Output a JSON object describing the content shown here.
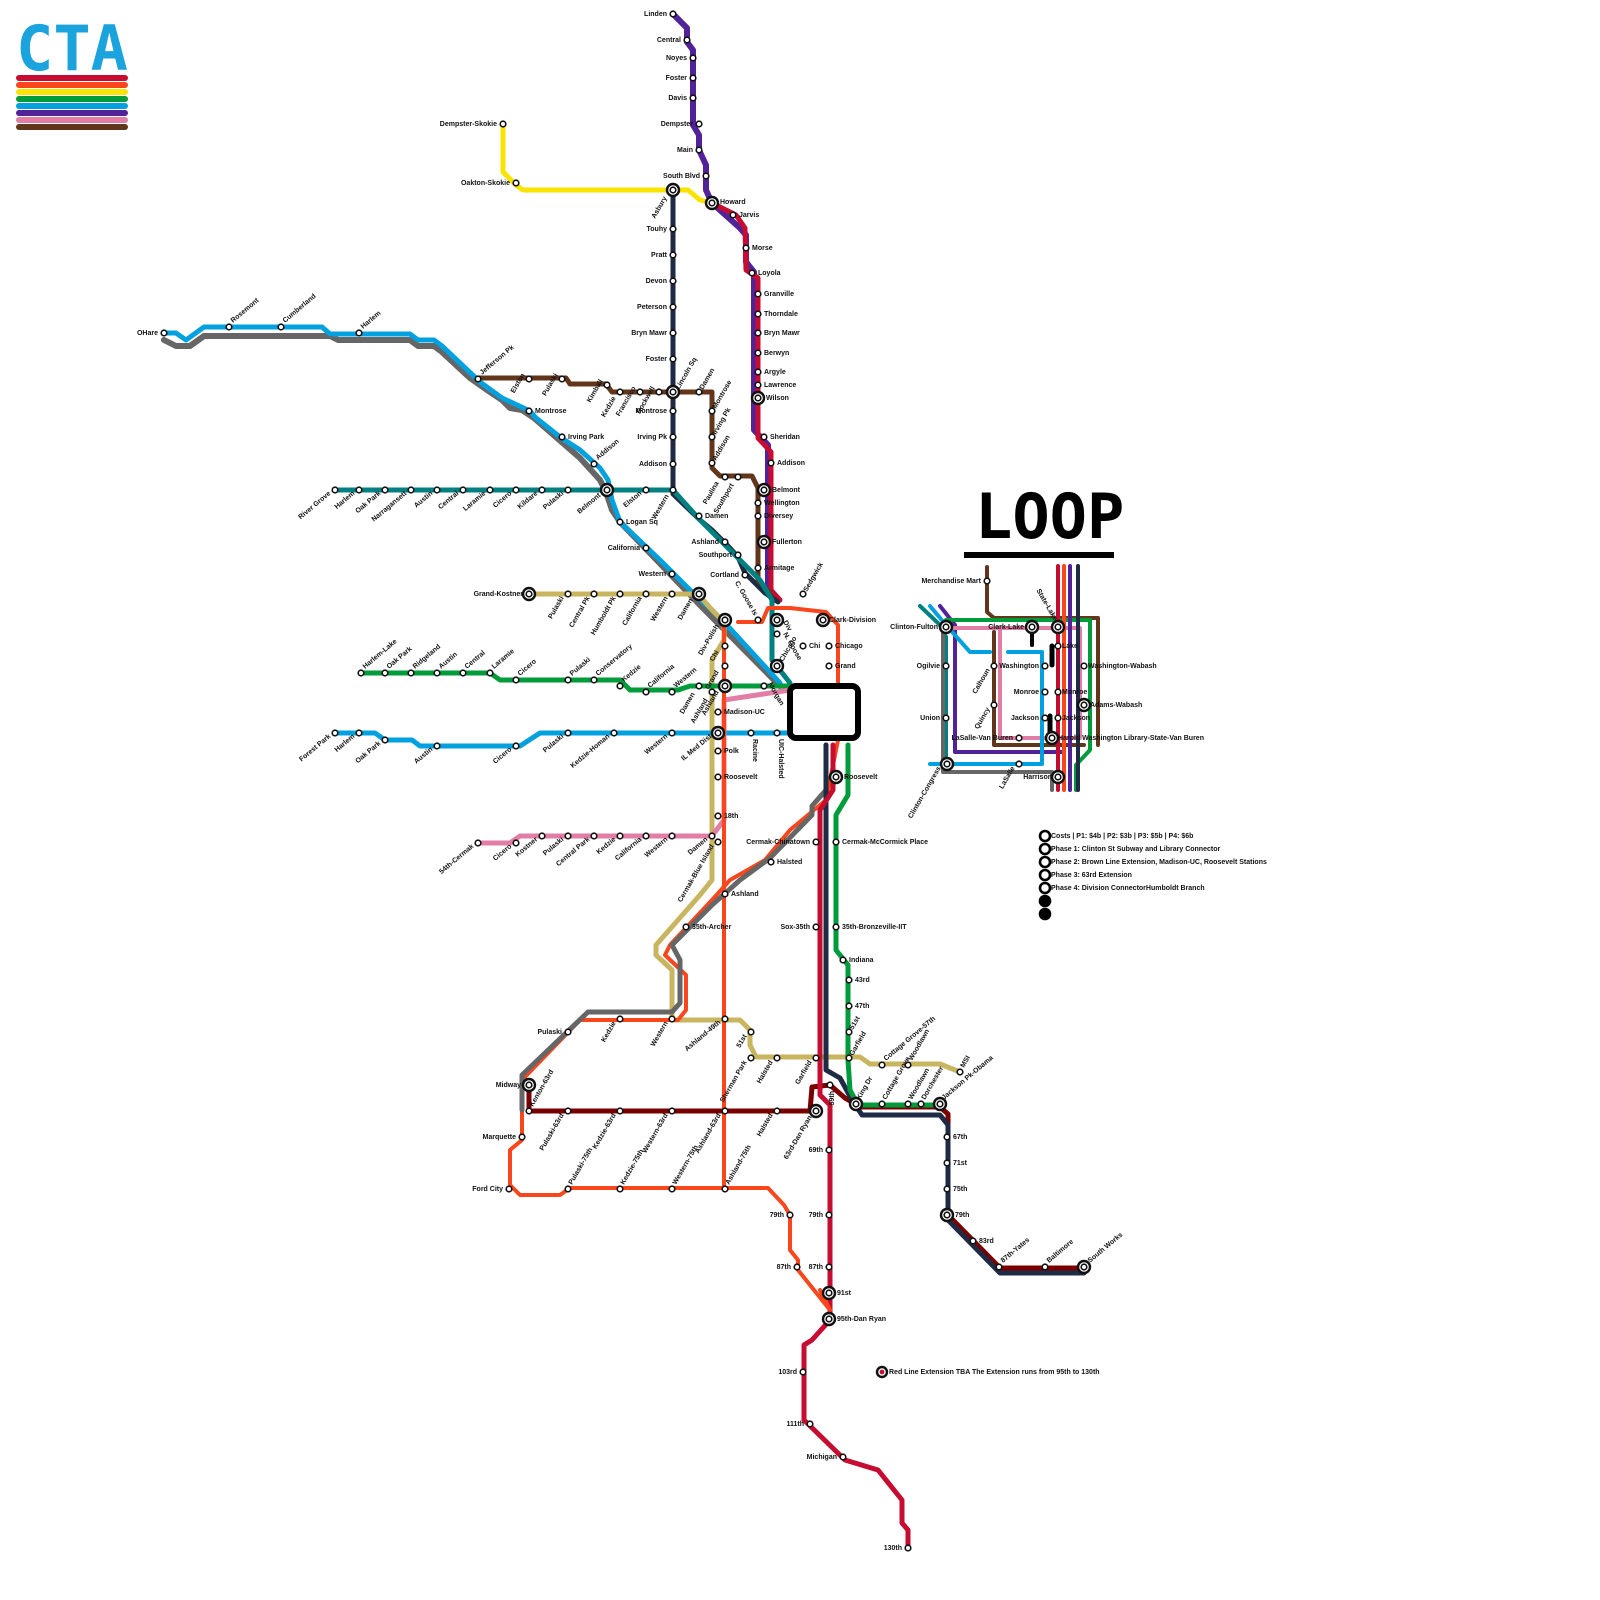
{
  "logo": {
    "text": "CTA",
    "stripe_colors": [
      "#c60c30",
      "#f9461c",
      "#f9e300",
      "#009b3a",
      "#00a1de",
      "#522398",
      "#e27ea6",
      "#62361b"
    ]
  },
  "loop_title": "LOOP",
  "lines": {
    "red": "#c60c30",
    "orange": "#f9461c",
    "yellow": "#f9e300",
    "green": "#009b3a",
    "blue": "#00a1de",
    "purple": "#522398",
    "pink": "#e27ea6",
    "brown": "#62361b",
    "gray": "#666666",
    "navy": "#1f2a44",
    "teal": "#008080",
    "gold": "#c9b560",
    "maroon": "#7a0000"
  },
  "stations": {
    "purple": [
      "Linden",
      "Central",
      "Noyes",
      "Foster",
      "Davis",
      "Dempster",
      "Main",
      "South Blvd",
      "Howard",
      "Jarvis",
      "Morse",
      "Loyola",
      "Granville",
      "Thorndale",
      "Bryn Mawr",
      "Berwyn",
      "Argyle",
      "Lawrence",
      "Wilson",
      "Sheridan",
      "Addison",
      "Belmont",
      "Wellington",
      "Diversey",
      "Fullerton",
      "Armitage"
    ],
    "yellow": [
      "Dempster-Skokie",
      "Oakton-Skokie"
    ],
    "navy": [
      "Asbury",
      "Touhy",
      "Pratt",
      "Devon",
      "Peterson",
      "Bryn Mawr",
      "Foster",
      "Lincoln Sq",
      "Montrose",
      "Irving Pk",
      "Addison"
    ],
    "blue_ohare": [
      "OHare",
      "Rosemont",
      "Cumberland",
      "Harlem",
      "Jefferson Pk",
      "Montrose",
      "Irving Park",
      "Addison",
      "Belmont",
      "Logan Sq",
      "California",
      "Western",
      "Damen",
      "Div-Polish",
      "Chi",
      "Grand",
      "Ashland"
    ],
    "brown_branch": [
      "Elston",
      "Pulaski",
      "Kimball",
      "Kedzie",
      "Francisco",
      "Rockwell",
      "Damen",
      "Montrose",
      "Irving Pk",
      "Addison",
      "Paulina",
      "Southport",
      "Sedgwick",
      "Chi"
    ],
    "teal": [
      "River Grove",
      "Harlem",
      "Oak Park",
      "Narragansett",
      "Austin",
      "Central",
      "Laramie",
      "Cicero",
      "Kildare",
      "Pulaski",
      "Elston",
      "Western",
      "Damen",
      "Ashland",
      "Southport",
      "Cortland",
      "C. Goose Is",
      "Div",
      "N. Goose",
      "Chicago"
    ],
    "gold_north": [
      "Grand-Kostner",
      "Pulaski",
      "Central Pk",
      "Humboldt Pk",
      "California",
      "Western"
    ],
    "green_west": [
      "Harlem-Lake",
      "Oak Park",
      "Ridgeland",
      "Austin",
      "Central",
      "Laramie",
      "Cicero",
      "Pulaski",
      "Conservatory",
      "Kedzie",
      "California",
      "Western",
      "Damen",
      "Ashland",
      "Morgan"
    ],
    "blue_congress": [
      "Forest Park",
      "Harlem",
      "Oak Park",
      "Austin",
      "Cicero",
      "Pulaski",
      "Kedzie-Homan",
      "Western",
      "IL Med Dist",
      "Racine",
      "UIC-Halsted"
    ],
    "orange_west": [
      "Madison-UC",
      "Polk",
      "Roosevelt",
      "18th",
      "Cermak-Blue Island",
      "Ashland",
      "35th-Archer"
    ],
    "pink": [
      "54th-Cermak",
      "Cicero",
      "Kostner",
      "Pulaski",
      "Central Park",
      "Kedzie",
      "California",
      "Western",
      "Damen"
    ],
    "center": [
      "Clark-Division",
      "Chicago",
      "Grand",
      "Roosevelt",
      "Cermak-Chinatown",
      "Cermak-McCormick Place",
      "Halsted",
      "Sox-35th",
      "35th-Bronzeville-IIT",
      "Indiana",
      "43rd",
      "47th",
      "51st",
      "Garfield"
    ],
    "south_west": [
      "Pulaski",
      "Kedzie",
      "Western",
      "Ashland-49th",
      "51st",
      "Sherman Park",
      "Halsted",
      "Garfield",
      "Midway",
      "Kenton-63rd",
      "Pulaski-63rd",
      "Kedzie-63rd",
      "Western-63rd",
      "Ashland-63rd",
      "Halsted",
      "63rd-Dan Ryan",
      "Marquette",
      "Ford City",
      "Pulaski-75th",
      "Kedzie-75th",
      "Western-75th",
      "Ashland-75th"
    ],
    "south_east": [
      "Cottage Grove-57th",
      "Woodlawn",
      "MSI",
      "Jackson Pk-Obama",
      "King Dr",
      "Cottage Grove",
      "Woodlawn",
      "Dorchester",
      "59th",
      "67th",
      "71st",
      "75th",
      "79th",
      "83rd",
      "87th-Yates",
      "Baltimore",
      "South Works"
    ],
    "red_south": [
      "69th",
      "79th",
      "79th",
      "87th",
      "87th",
      "91st",
      "95th-Dan Ryan",
      "103rd",
      "111th",
      "Michigan",
      "130th"
    ],
    "loop": [
      "Merchandise Mart",
      "Clinton-Fulton",
      "Clark-Lake",
      "State-Lake",
      "Lake",
      "Ogilvie",
      "Calhoun",
      "Washington",
      "Washington-Wabash",
      "Monroe",
      "Monroe",
      "Union",
      "Quincy",
      "Jackson",
      "Jackson",
      "Adams-Wabash",
      "LaSalle-Van Buren",
      "Harold Washington Library-State-Van Buren",
      "Clinton-Congress",
      "LaSalle",
      "Harrison"
    ]
  },
  "legend": {
    "items": [
      "Costs | P1: $4b | P2: $3b | P3: $5b | P4: $6b",
      "Phase 1: Clinton St Subway and Library Connector",
      "Phase 2: Brown Line Extension, Madison-UC, Roosevelt Stations",
      "Phase 3: 63rd Extension",
      "Phase 4: Division ConnectorHumboldt Branch"
    ],
    "red_extension_note": "Red Line Extension TBA The Extension runs from 95th to 130th"
  }
}
